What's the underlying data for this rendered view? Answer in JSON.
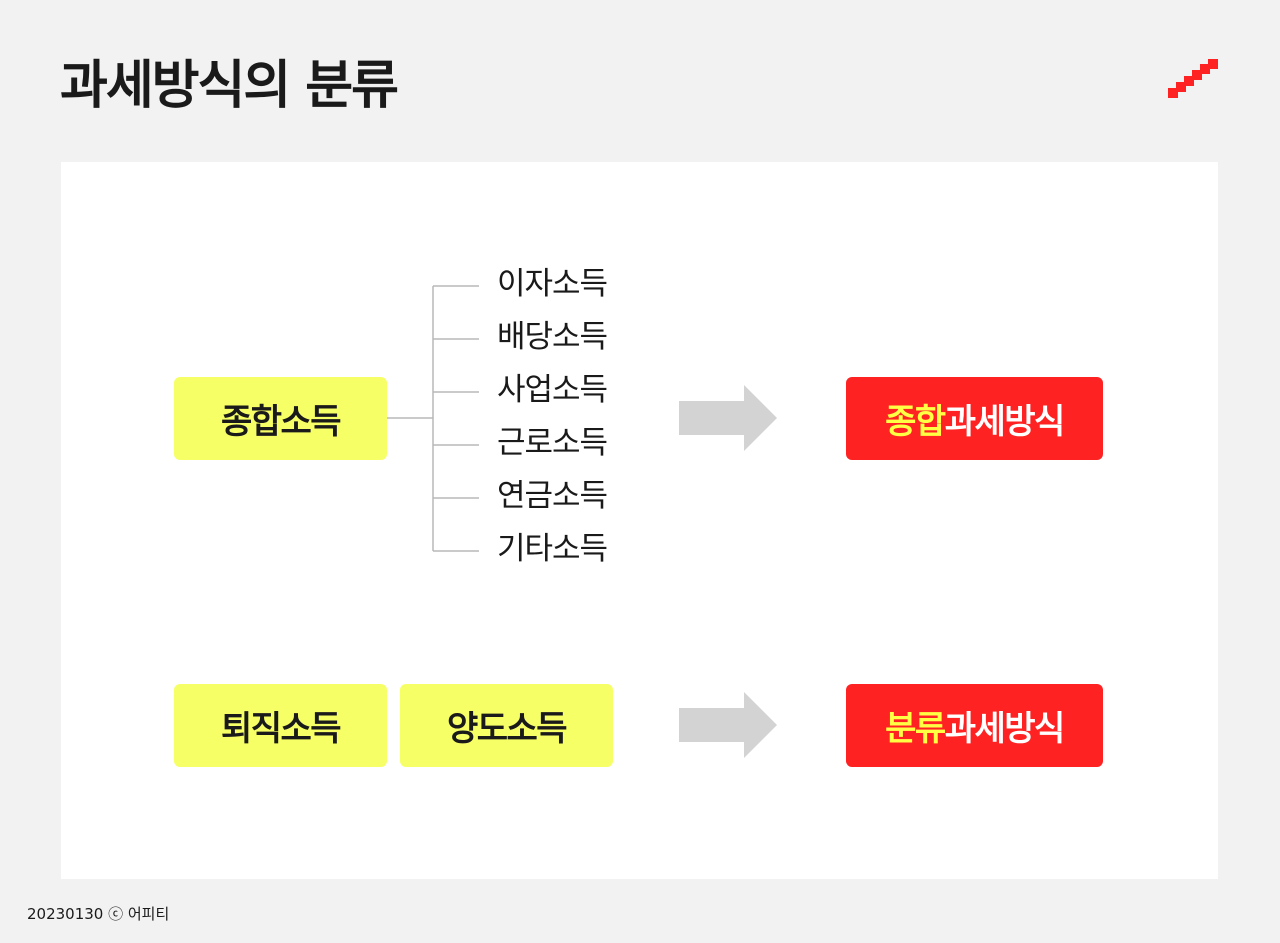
{
  "title": "과세방식의 분류",
  "diagram": {
    "group1": {
      "source": "종합소득",
      "items": [
        "이자소득",
        "배당소득",
        "사업소득",
        "근로소득",
        "연금소득",
        "기타소득"
      ],
      "result": {
        "highlight": "종합",
        "rest": "과세방식"
      }
    },
    "group2": {
      "sources": [
        "퇴직소득",
        "양도소득"
      ],
      "result": {
        "highlight": "분류",
        "rest": "과세방식"
      }
    }
  },
  "footer": "20230130 ⓒ 어피티",
  "colors": {
    "background": "#f2f2f2",
    "panel": "#ffffff",
    "source_box": "#f7ff66",
    "result_box": "#ff2222",
    "result_highlight_text": "#ffff44",
    "arrow": "#d3d3d3",
    "logo": "#ff2222"
  },
  "icons": {
    "logo": "red-staircase-logo-icon",
    "arrow": "right-arrow-icon"
  }
}
